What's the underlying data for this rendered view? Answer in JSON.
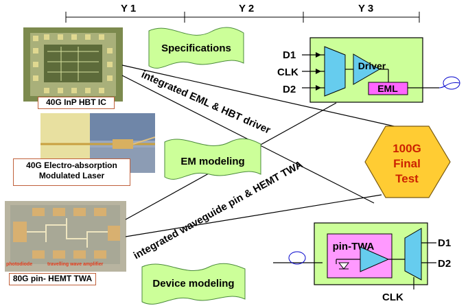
{
  "timeline": {
    "years": [
      "Y 1",
      "Y 2",
      "Y 3"
    ]
  },
  "photos": {
    "hbt_ic": {
      "caption": "40G InP HBT IC"
    },
    "eam_laser": {
      "caption_line1": "40G Electro-absorption",
      "caption_line2": "Modulated Laser"
    },
    "twa": {
      "caption": "80G pin- HEMT TWA",
      "label_left": "photodiode",
      "label_right": "travelling wave amplifier"
    }
  },
  "flags": {
    "specifications": "Specifications",
    "em_modeling": "EM modeling",
    "device_modeling": "Device modeling"
  },
  "diagonals": {
    "upper": "integrated EML & HBT driver",
    "lower": "integrated waveguide pin & HEMT TWA"
  },
  "final_test": {
    "line1": "100G",
    "line2": "Final",
    "line3": "Test"
  },
  "transmitter": {
    "inputs": [
      "D1",
      "CLK",
      "D2"
    ],
    "driver": "Driver",
    "eml": "EML"
  },
  "receiver": {
    "pin_twa": "pin-TWA",
    "outputs": [
      "D1",
      "D2"
    ],
    "clk": "CLK"
  },
  "colors": {
    "box_fill": "#ccff99",
    "mux_fill": "#66ccee",
    "eml_fill": "#ff66ff",
    "pin_fill": "#ff99ff",
    "hex_fill": "#ffcc33",
    "hex_text": "#cc2200",
    "caption_border": "#c0603a"
  }
}
